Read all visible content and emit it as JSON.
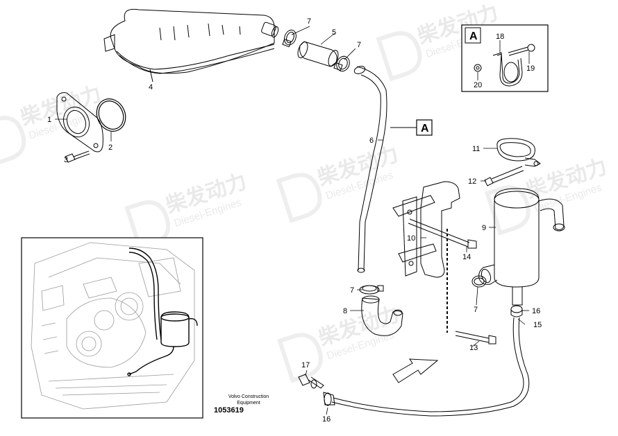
{
  "watermark": {
    "cn": "柴发动力",
    "en": "Diesel-Engines"
  },
  "detail_tag": "A",
  "callouts": {
    "c1": "1",
    "c2": "2",
    "c3": "3",
    "c4": "4",
    "c5": "5",
    "c6": "6",
    "c7a": "7",
    "c7b": "7",
    "c7c": "7",
    "c7d": "7",
    "c8": "8",
    "c9": "9",
    "c10": "10",
    "c11": "11",
    "c12": "12",
    "c13": "13",
    "c14": "14",
    "c15": "15",
    "c16a": "16",
    "c16b": "16",
    "c17": "17",
    "c18": "18",
    "c19": "19",
    "c20": "20"
  },
  "caption": {
    "line1": "Volvo Construction",
    "line2": "Equipment",
    "doc_number": "1053619"
  }
}
